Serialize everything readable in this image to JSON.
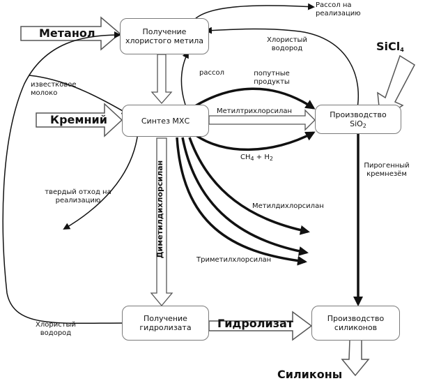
{
  "nodes": {
    "chloromethyl": "Получение хлористого метила",
    "mcs_synthesis": "Синтез МХС",
    "sio2_prod": "Производство SiO",
    "sio2_sub": "2",
    "hydrolysate": "Получение гидролизата",
    "silicones_prod": "Производство силиконов"
  },
  "inputs": {
    "methanol": "Метанол",
    "silicon": "Кремний",
    "sicl4": "SiCl",
    "sicl4_sub": "4"
  },
  "labels": {
    "brine_sale": "Рассол на реализацию",
    "hcl_top": "Хлористый водород",
    "brine": "рассол",
    "lime_milk": "известковое молоко",
    "byproducts": "попутные продукты",
    "methyltrichlorosilane": "Метилтрихлорсилан",
    "ch4_h2_a": "CH",
    "ch4_h2_sub1": "4",
    "ch4_h2_b": " + H",
    "ch4_h2_sub2": "2",
    "pyrogenic_silica": "Пирогенный кремнезём",
    "solid_waste": "твердый отход на реализацию",
    "methyldichlorosilane": "Метилдихлорсилан",
    "trimethylchlorosilane": "Триметилхлорсилан",
    "dimethyldichlorosilane": "Диметилдихлорсилан",
    "hcl_bottom": "Хлористый водород",
    "hydrolysate_flow": "Гидролизат",
    "silicones": "Силиконы"
  }
}
